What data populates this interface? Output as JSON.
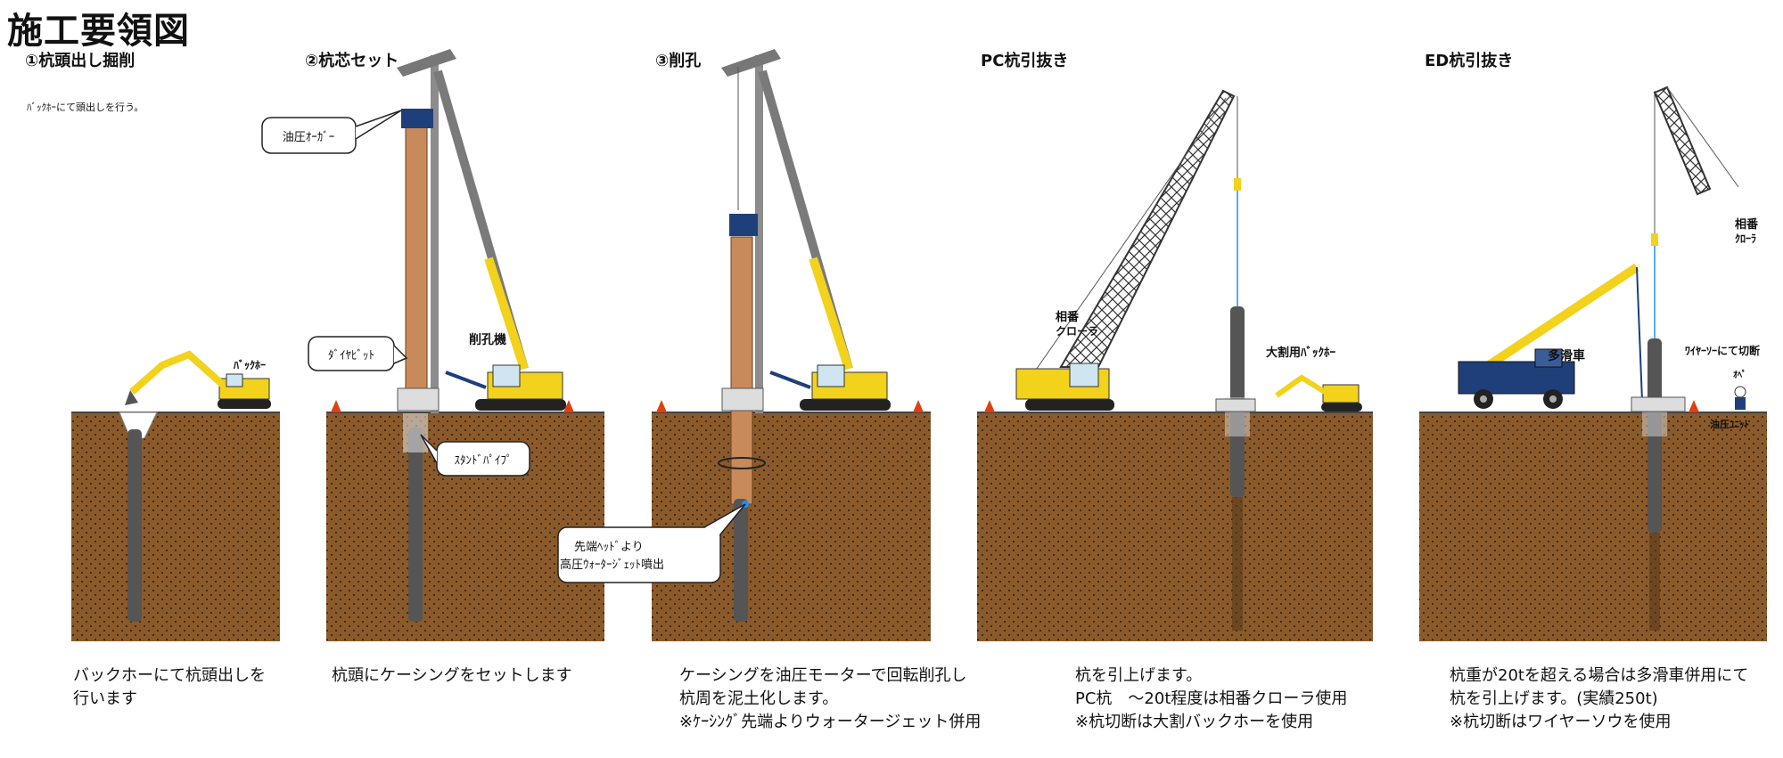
{
  "title": "施工要領図",
  "steps": [
    {
      "heading": "①杭頭出し掘削",
      "note": "ﾊﾞｯｸﾎｰにて頭出しを行う。",
      "labels": {
        "backhoe": "ﾊﾞｯｸﾎｰ"
      },
      "caption": "バックホーにて杭頭出しを\n行います"
    },
    {
      "heading": "②杭芯セット",
      "labels": {
        "auger": "油圧ｵｰｶﾞｰ",
        "bit": "ﾀﾞｲﾔﾋﾞｯﾄ",
        "drill_rig": "削孔機",
        "stand_pipe": "ｽﾀﾝﾄﾞﾊﾟｲﾌﾟ"
      },
      "caption": "杭頭にケーシングをセットします"
    },
    {
      "heading": "③削孔",
      "labels": {
        "jet_line1": "先端ﾍｯﾄﾞより",
        "jet_line2": "高圧ｳｫｰﾀｰｼﾞｪｯﾄ噴出"
      },
      "caption": "ケーシングを油圧モーターで回転削孔し\n杭周を泥土化します。\n※ｹｰｼﾝｸﾞ先端よりウォータージェット併用"
    },
    {
      "heading": "PC杭引抜き",
      "labels": {
        "crawler_line1": "相番",
        "crawler_line2": "クローラ",
        "split_backhoe": "大割用ﾊﾞｯｸﾎｰ"
      },
      "caption": "杭を引上げます。\nPC杭　～20t程度は相番クローラ使用\n※杭切断は大割バックホーを使用"
    },
    {
      "heading": "ED杭引抜き",
      "labels": {
        "crawler_line1": "相番",
        "crawler_line2": "ｸﾛｰﾗ",
        "multi_sheave": "多滑車",
        "wire_saw": "ﾜｲﾔｰｿｰにて切断",
        "operator": "ｵﾍﾟ",
        "hydraulic_unit": "油圧ﾕﾆｯﾄ"
      },
      "caption": "杭重が20tを超える場合は多滑車併用にて\n杭を引上げます。(実績250t)\n※杭切断はワイヤーソウを使用"
    }
  ],
  "colors": {
    "soil": "#8a5a2b",
    "boom_yellow": "#f2d21b",
    "leader_gray": "#8c8c8c",
    "casing": "#c88a5a",
    "pile": "#555555",
    "truck_blue": "#1f3f7a",
    "cone": "#e04010"
  }
}
